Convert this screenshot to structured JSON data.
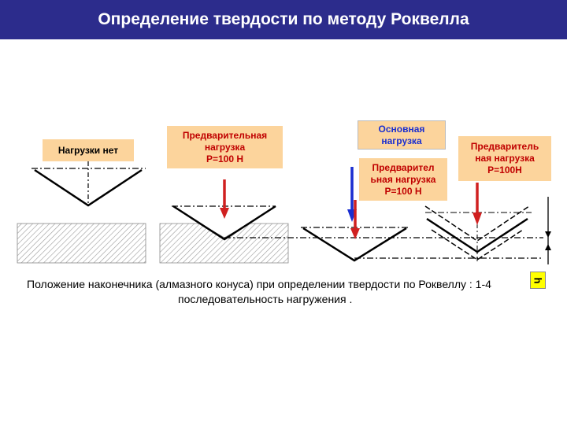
{
  "header": {
    "title": "Определение твердости по методу Роквелла"
  },
  "labels": {
    "no_load": "Нагрузки нет",
    "preload_1": "Предварительная\nнагрузка\nP=100 Н",
    "main_load": "Основная\nнагрузка",
    "preload_2": "Предварител\nьная нагрузка\nP=100 Н",
    "preload_3": "Предваритель\nная нагрузка\nP=100Н"
  },
  "caption": {
    "line1": "Положение наконечника (алмазного конуса) при определении твердости по Роквеллу : 1-4",
    "line2": "последовательность нагружения ."
  },
  "depth_label": "h",
  "colors": {
    "title_bg": "#2c2c8c",
    "label_bg": "#fcd49c",
    "label_text": "#c00000",
    "arrow_red": "#d02020",
    "arrow_blue": "#1a2ed0",
    "h_bg": "#ffff00"
  }
}
